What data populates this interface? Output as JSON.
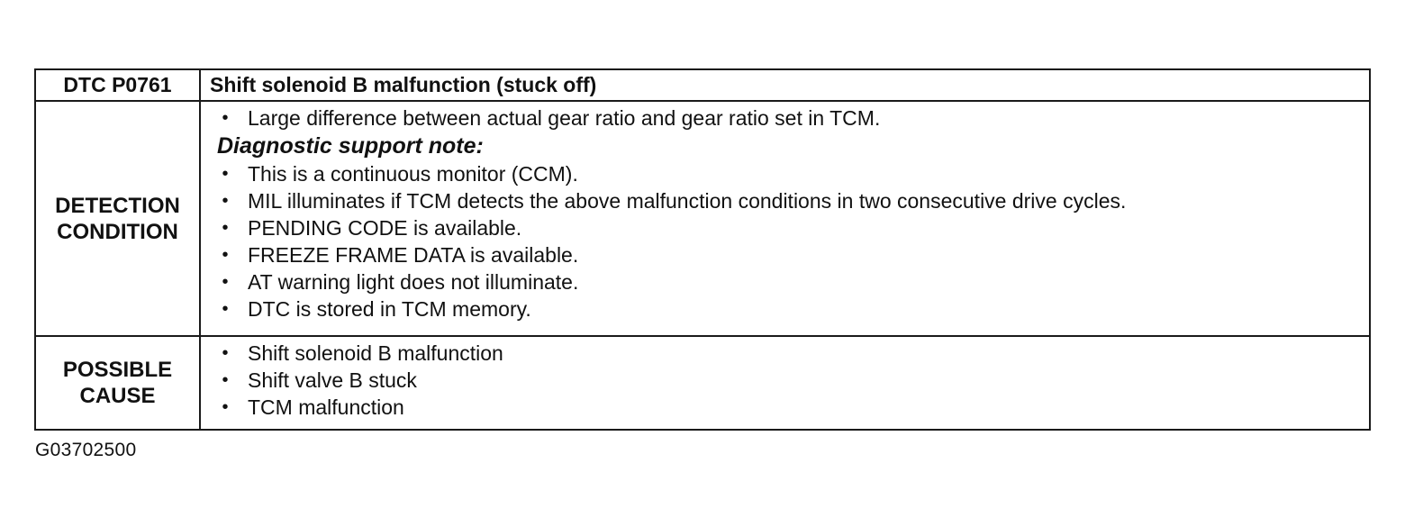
{
  "header": {
    "code": "DTC P0761",
    "description": "Shift solenoid B malfunction (stuck off)"
  },
  "detection": {
    "label_line1": "DETECTION",
    "label_line2": "CONDITION",
    "primary_bullets": [
      "Large difference between actual gear ratio and gear ratio set in TCM."
    ],
    "note_heading": "Diagnostic support note:",
    "note_bullets": [
      "This is a continuous monitor (CCM).",
      "MIL illuminates if TCM detects the above malfunction conditions in two consecutive drive cycles.",
      "PENDING CODE is available.",
      "FREEZE FRAME DATA is available.",
      "AT warning light does not illuminate.",
      "DTC is stored in TCM memory."
    ]
  },
  "possible_cause": {
    "label_line1": "POSSIBLE",
    "label_line2": "CAUSE",
    "bullets": [
      "Shift solenoid B malfunction",
      "Shift valve B stuck",
      "TCM malfunction"
    ]
  },
  "figure_id": "G03702500",
  "bullet_glyph": "•"
}
